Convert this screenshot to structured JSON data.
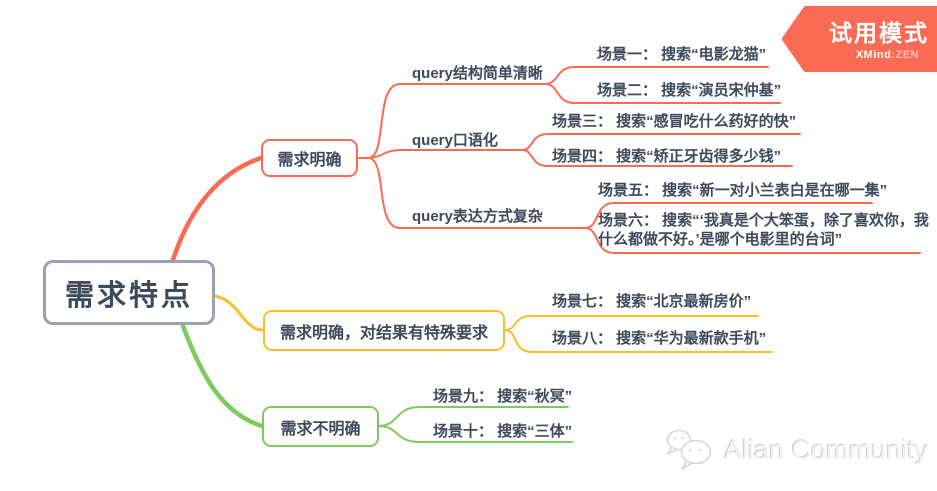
{
  "root": {
    "label": "需求特点"
  },
  "branches": [
    {
      "label": "需求明确",
      "color": "#fa6b54",
      "subtopics": [
        {
          "label": "query结构简单清晰",
          "scenes": [
            "场景一： 搜索“电影龙猫”",
            "场景二： 搜索“演员宋仲基”"
          ]
        },
        {
          "label": "query口语化",
          "scenes": [
            "场景三： 搜索“感冒吃什么药好的快”",
            "场景四： 搜索“矫正牙齿得多少钱”"
          ]
        },
        {
          "label": "query表达方式复杂",
          "scenes": [
            "场景五： 搜索“新一对小兰表白是在哪一集”",
            "场景六： 搜索“‘我真是个大笨蛋，除了喜欢你，我什么都做不好。’是哪个电影里的台词”"
          ]
        }
      ]
    },
    {
      "label": "需求明确，对结果有特殊要求",
      "color": "#fcbd2a",
      "scenes": [
        "场景七： 搜索“北京最新房价”",
        "场景八： 搜索“华为最新款手机”"
      ]
    },
    {
      "label": "需求不明确",
      "color": "#7ccb5f",
      "scenes": [
        "场景九： 搜索“秋冥”",
        "场景十： 搜索“三体”"
      ]
    }
  ],
  "badge": {
    "title": "试用模式",
    "brand": "XMind",
    "brand_suffix": ":ZEN",
    "color": "#f96b54"
  },
  "watermark": {
    "text": "Alian Community"
  },
  "colors": {
    "branch_red": "#fa6b54",
    "branch_yellow": "#fcbd2a",
    "branch_green": "#7ccb5f",
    "root_border": "#97a2b2",
    "text": "#3d4a5c"
  }
}
